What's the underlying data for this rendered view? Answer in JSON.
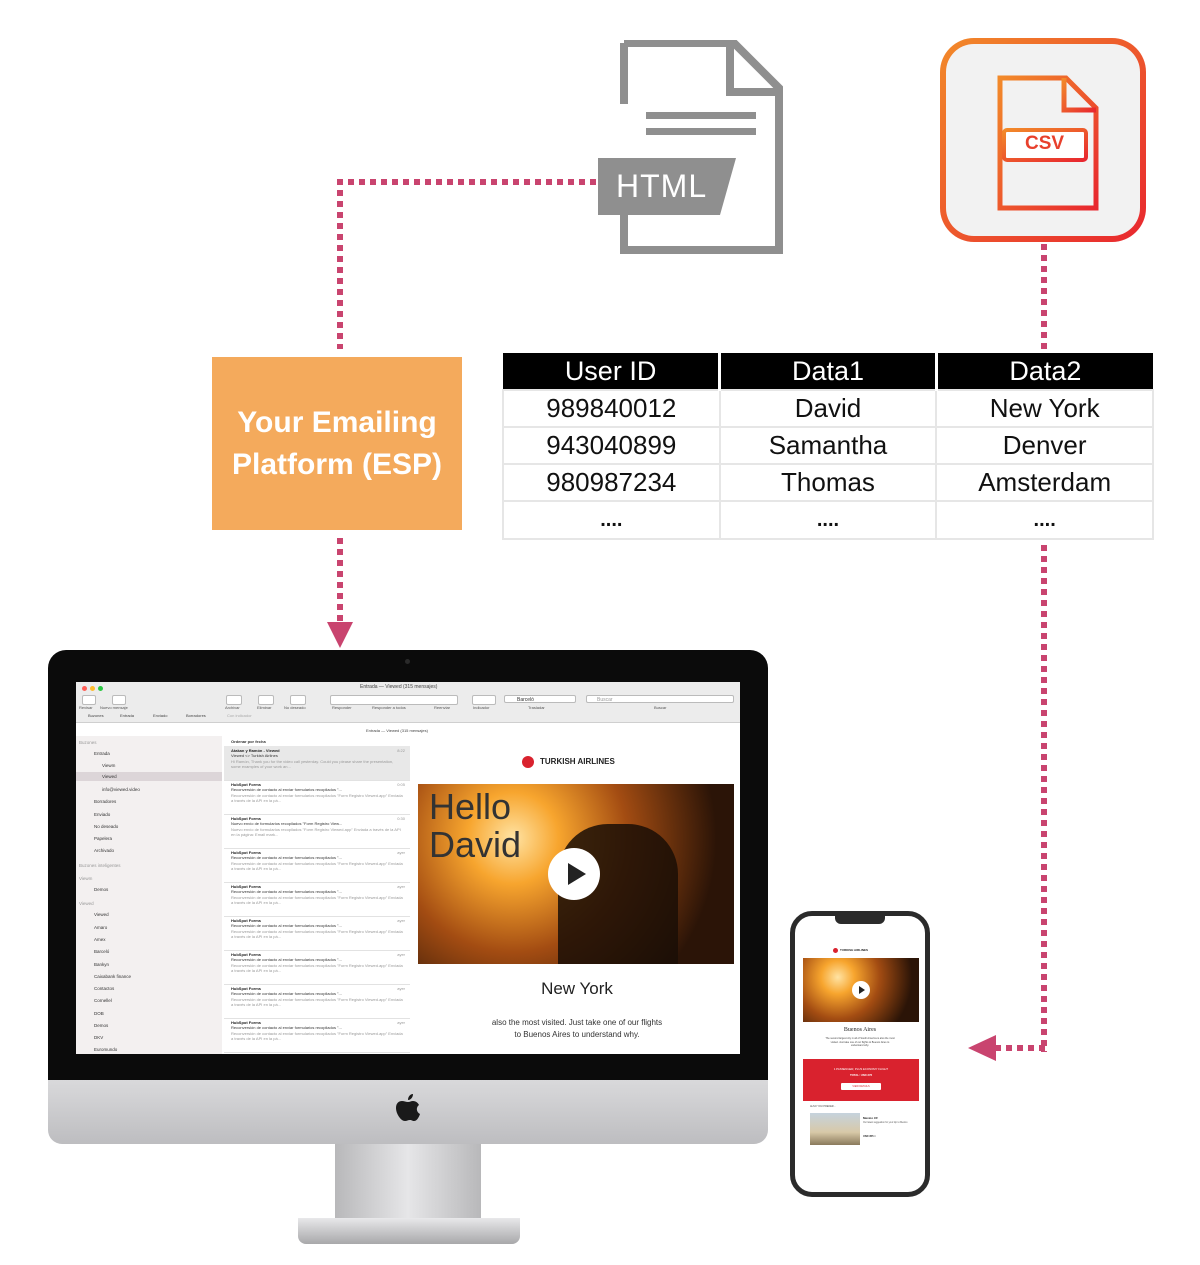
{
  "html_icon": {
    "label": "HTML",
    "name": "html-file-icon"
  },
  "csv_icon": {
    "label": "CSV",
    "name": "csv-file-icon"
  },
  "esp": {
    "label": "Your Emailing\nPlatform (ESP)"
  },
  "table": {
    "headers": [
      "User ID",
      "Data1",
      "Data2"
    ],
    "rows": [
      [
        "989840012",
        "David",
        "New York"
      ],
      [
        "943040899",
        "Samantha",
        "Denver"
      ],
      [
        "980987234",
        "Thomas",
        "Amsterdam"
      ],
      [
        "....",
        "....",
        "...."
      ]
    ]
  },
  "mail_client": {
    "window_title": "Entrada — Viewed (315 mensajes)",
    "toolbar": [
      "Revisar",
      "Nuevo mensaje",
      "Archivar",
      "Eliminar",
      "No deseado",
      "Responder",
      "Responder a todos",
      "Reenviar",
      "Indicador",
      "Trasladar",
      "Buscar"
    ],
    "favorites_bar": [
      "Buzones",
      "Entrada",
      "Enviado",
      "Borradores",
      "Con indicador"
    ],
    "subheader": "Entrada — Viewed (315 mensajes)",
    "sort_label": "Ordenar por fecha",
    "search_placeholder": "Buscar",
    "move_target": "Barceló",
    "sidebar": {
      "section_mailboxes": "Buzones",
      "items": [
        "Entrada",
        "Viewm",
        "Viewed",
        "info@viewed.video",
        "Borradores",
        "Enviado",
        "No deseado",
        "Papelera",
        "Archivado"
      ],
      "section_smart": "Buzones inteligentes",
      "section_viewm": "Viewm",
      "viewm_items": [
        "Demos"
      ],
      "section_viewed": "Viewed",
      "viewed_items": [
        "Viewed",
        "Amaro",
        "Amex",
        "Barceló",
        "Bankyn",
        "Caixabank finance",
        "Contactos",
        "Cornellel",
        "DOB",
        "Demos",
        "DKV",
        "Euromundo"
      ]
    },
    "messages": [
      {
        "sender": "Atakan y Ramón - Viewed",
        "subject": "Viewed <> Turkish Airlines",
        "time": "8:22",
        "preview": "Hi Ramón, Thank you for the video call yesterday. Could you please share the presentation, some examples of your work an..."
      },
      {
        "sender": "HubSpot Forms",
        "subject": "Reconversión de contacto al enviar formularios recopilados \"...",
        "time": "0:05",
        "preview": "Reconversión de contacto al enviar formularios recopilados \"Form Registro Viewed.app\" Enviada a través de la API en la pá..."
      },
      {
        "sender": "HubSpot Forms",
        "subject": "Nuevo envío de formularios recopilados \"Form Registro View...",
        "time": "0:30",
        "preview": "Nuevo envío de formularios recopilados \"Form Registro Viewed.app\" Enviada a través de la API en la página: Email mark..."
      },
      {
        "sender": "HubSpot Forms",
        "subject": "Reconversión de contacto al enviar formularios recopilados \"...",
        "time": "ayer",
        "preview": "Reconversión de contacto al enviar formularios recopilados \"Form Registro Viewed.app\" Enviada a través de la API en la pá..."
      },
      {
        "sender": "HubSpot Forms",
        "subject": "Reconversión de contacto al enviar formularios recopilados \"...",
        "time": "ayer",
        "preview": "Reconversión de contacto al enviar formularios recopilados \"Form Registro Viewed.app\" Enviada a través de la API en la pá..."
      },
      {
        "sender": "HubSpot Forms",
        "subject": "Reconversión de contacto al enviar formularios recopilados \"...",
        "time": "ayer",
        "preview": "Reconversión de contacto al enviar formularios recopilados \"Form Registro Viewed.app\" Enviada a través de la API en la pá..."
      },
      {
        "sender": "HubSpot Forms",
        "subject": "Reconversión de contacto al enviar formularios recopilados \"...",
        "time": "ayer",
        "preview": "Reconversión de contacto al enviar formularios recopilados \"Form Registro Viewed.app\" Enviada a través de la API en la pá..."
      },
      {
        "sender": "HubSpot Forms",
        "subject": "Reconversión de contacto al enviar formularios recopilados \"...",
        "time": "ayer",
        "preview": "Reconversión de contacto al enviar formularios recopilados \"Form Registro Viewed.app\" Enviada a través de la API en la pá..."
      },
      {
        "sender": "HubSpot Forms",
        "subject": "Reconversión de contacto al enviar formularios recopilados \"...",
        "time": "ayer",
        "preview": "Reconversión de contacto al enviar formularios recopilados \"Form Registro Viewed.app\" Enviada a través de la API en la pá..."
      }
    ]
  },
  "email": {
    "brand": "TURKISH AIRLINES",
    "greeting": "Hello\nDavid",
    "city": "New York",
    "body": "also the most visited. Just take one of our flights\nto Buenos Aires to understand why."
  },
  "phone_email": {
    "brand": "TURKISH AIRLINES",
    "city": "Buenos Aires",
    "body": "The second largest city in all of South America is also the most visited. Just take one of our flights to Buenos Aires to understand why.",
    "offer_line1": "1 PASSENGER, PLUS ECONOMY FLIGHT",
    "offer_line2": "TOTAL: USD 376",
    "cta": "VIEW DETAILS",
    "also_label": "ALSO YOU PREFER...",
    "alt_city": "Mexico CF",
    "alt_text": "Our latest suggestion for your trip to Mexico",
    "alt_price": "USD 355 >"
  },
  "colors": {
    "connector": "#c9446f",
    "esp": "#f4aa5c",
    "csv_gradient_start": "#f28a2a",
    "csv_gradient_end": "#e8272f",
    "html_icon": "#8f8f8f",
    "brand_red": "#d9222e"
  }
}
